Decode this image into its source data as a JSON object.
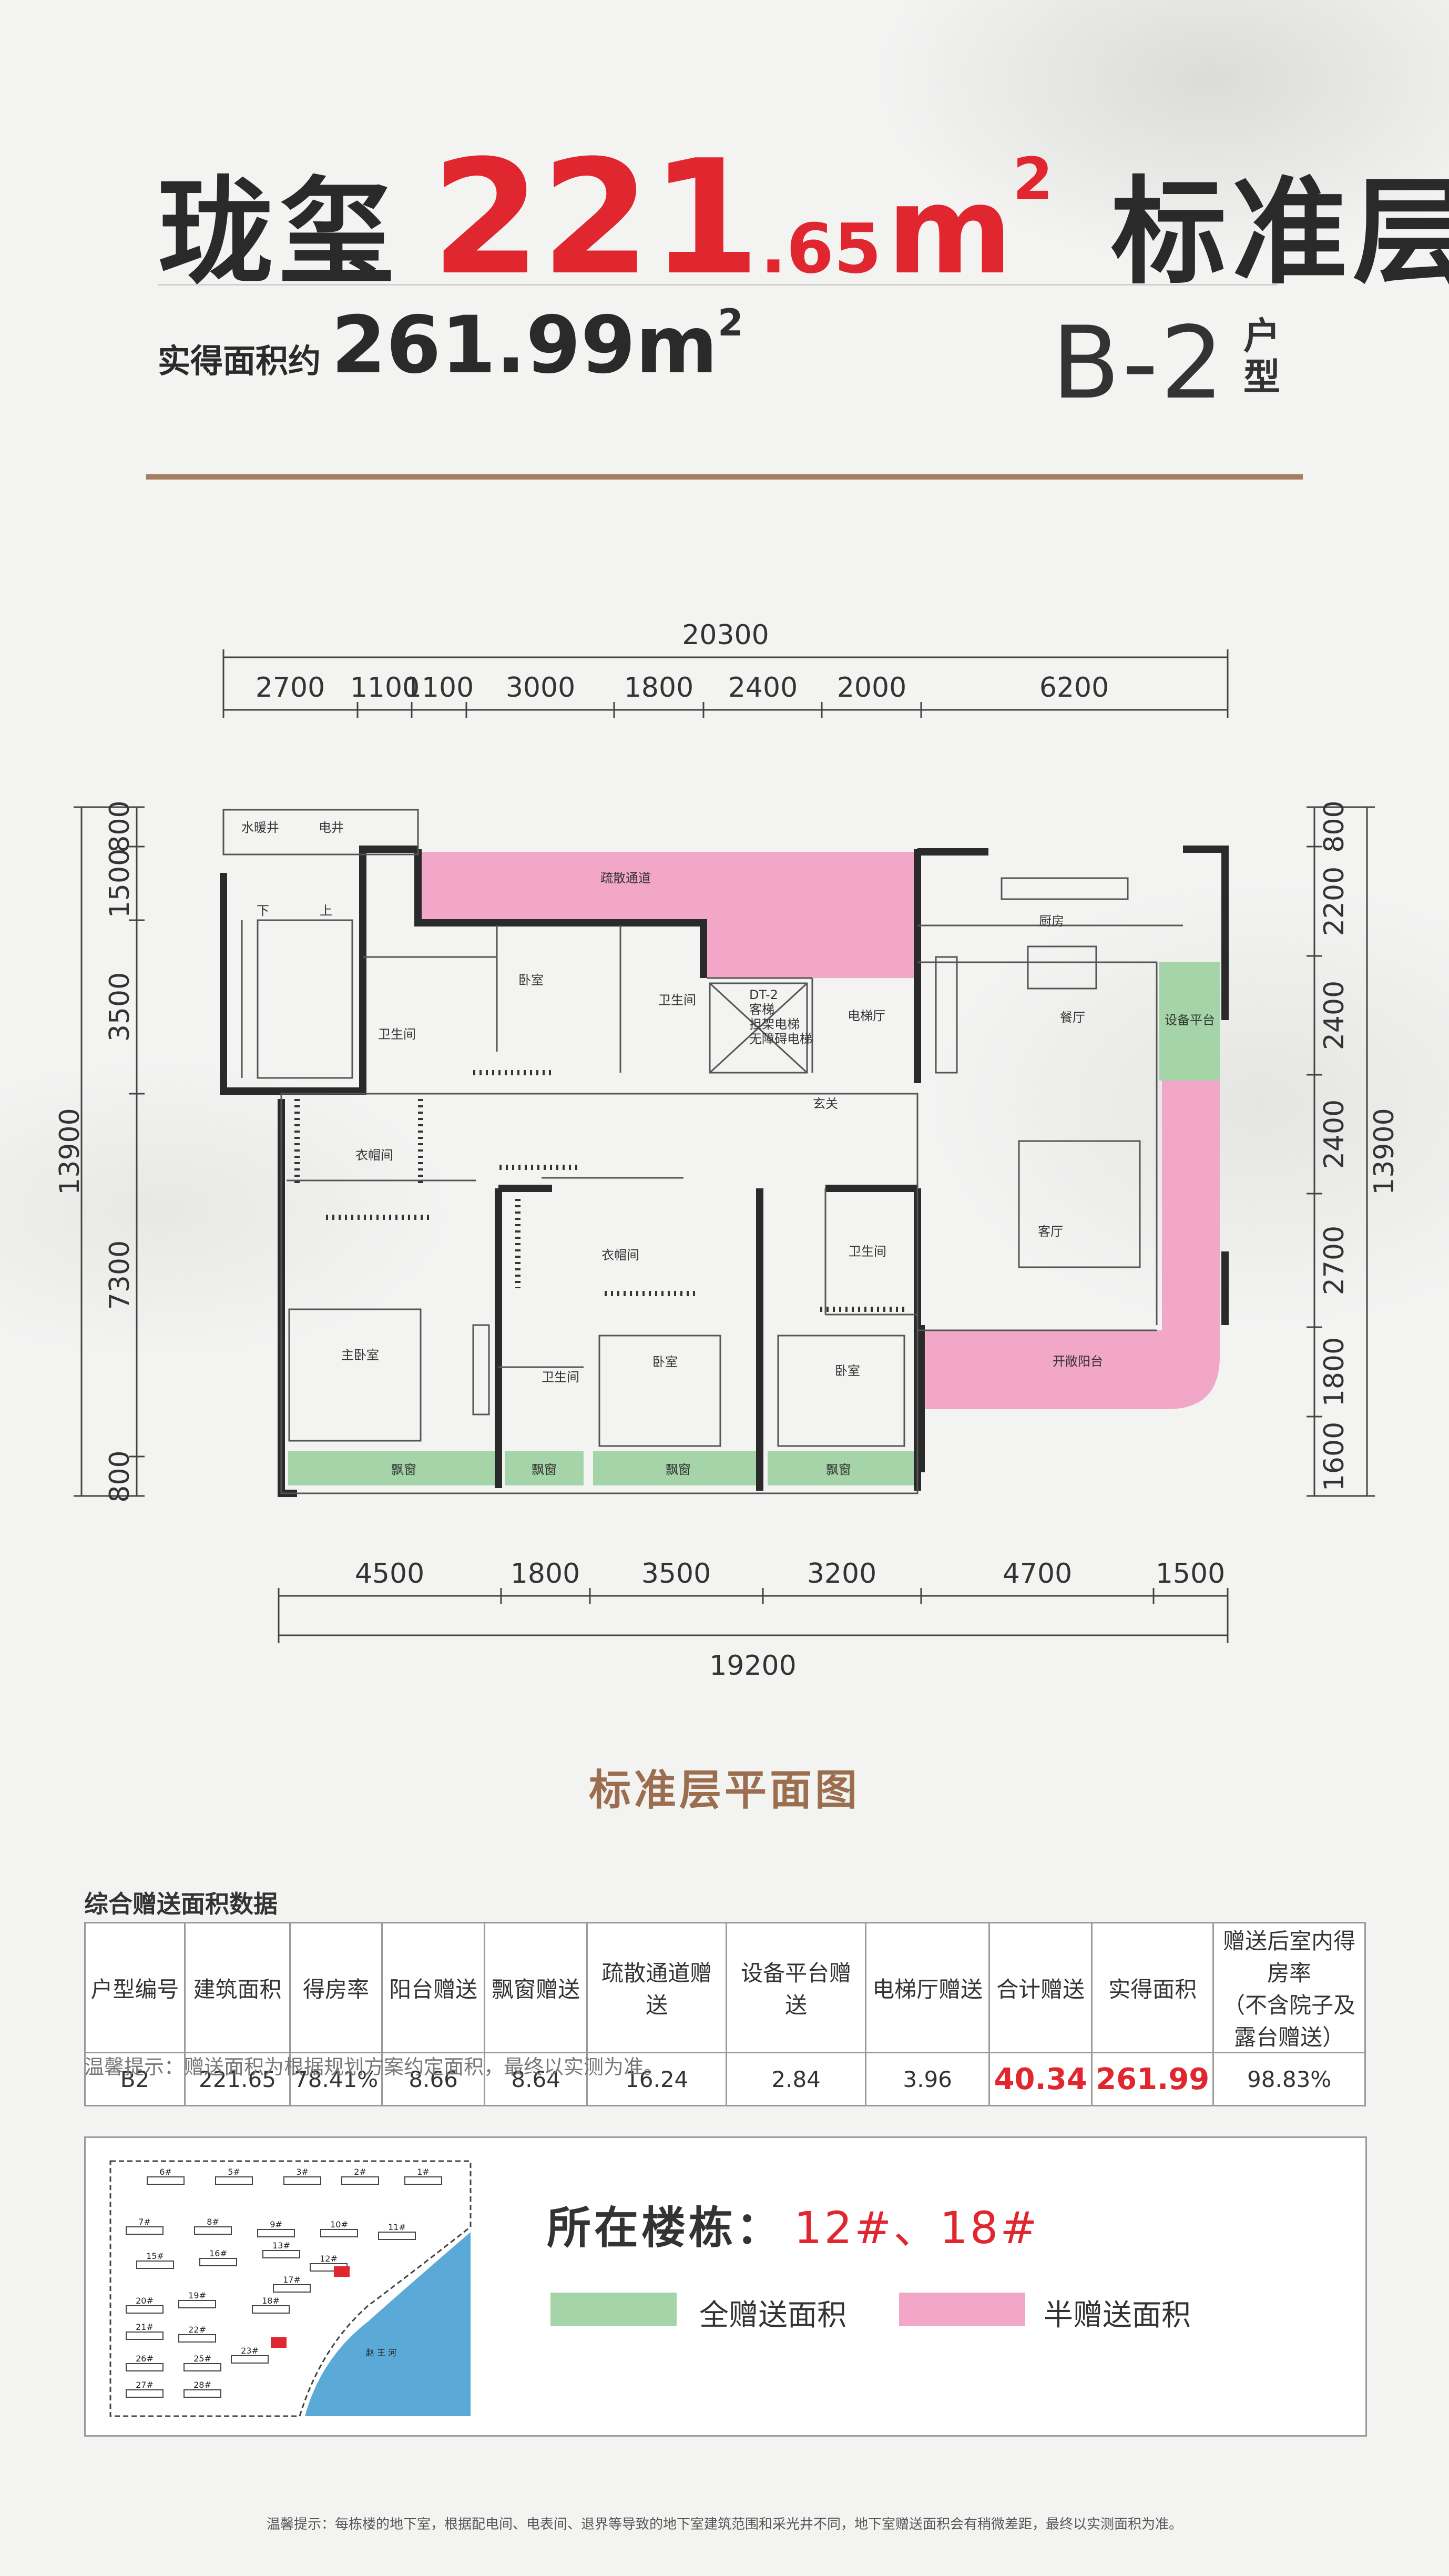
{
  "header": {
    "name": "珑玺",
    "area_int": "221",
    "area_dec": ".65",
    "area_unit": "m",
    "area_sup": "2",
    "level": "标准层",
    "actual_label": "实得面积约",
    "actual_value": "261.99m",
    "actual_sup": "2",
    "unit_code": "B-2",
    "unit_type": "户型"
  },
  "plan": {
    "top_total": "20300",
    "top_dims": [
      "2700",
      "1100",
      "1100",
      "3000",
      "1800",
      "2400",
      "2000",
      "6200"
    ],
    "left_total": "13900",
    "left_dims": [
      "800",
      "1500",
      "3500",
      "7300",
      "800"
    ],
    "right_total": "13900",
    "right_dims": [
      "800",
      "2200",
      "2400",
      "2400",
      "2700",
      "1800",
      "1600"
    ],
    "bottom_total": "19200",
    "bottom_dims": [
      "4500",
      "1800",
      "3500",
      "3200",
      "4700",
      "1500"
    ],
    "rooms": {
      "water_well": "水暖井",
      "elec_well": "电井",
      "evac": "疏散通道",
      "kitchen": "厨房",
      "dining": "餐厅",
      "equip": "设备平台",
      "bedroom_a": "卧室",
      "bath_a": "卫生间",
      "bath_b": "卫生间",
      "elevator_hall": "电梯厅",
      "elevator_1": "DT-2",
      "elevator_2": "客梯",
      "elevator_3": "担架电梯",
      "elevator_4": "无障碍电梯",
      "foyer": "玄关",
      "living": "客厅",
      "closet_a": "衣帽间",
      "closet_b": "衣帽间",
      "bath_c": "卫生间",
      "bath_d": "卫生间",
      "master": "主卧室",
      "bedroom_b": "卧室",
      "bedroom_c": "卧室",
      "bath_e": "卫生间",
      "balcony": "开敞阳台",
      "bay_1": "飘窗",
      "bay_2": "飘窗",
      "bay_3": "飘窗",
      "bay_4": "飘窗",
      "stair_down": "下",
      "stair_up": "上"
    },
    "caption": "标准层平面图"
  },
  "table": {
    "section_title": "综合赠送面积数据",
    "headers": [
      "户型编号",
      "建筑面积",
      "得房率",
      "阳台赠送",
      "飘窗赠送",
      "疏散通道赠送",
      "设备平台赠送",
      "电梯厅赠送",
      "合计赠送",
      "实得面积"
    ],
    "last_header_1": "赠送后室内得房率",
    "last_header_2": "（不含院子及露台赠送）",
    "row": [
      "B2",
      "221.65",
      "78.41%",
      "8.66",
      "8.64",
      "16.24",
      "2.84",
      "3.96",
      "40.34",
      "261.99",
      "98.83%"
    ],
    "tip": "温馨提示：赠送面积为根据规划方案约定面积，最终以实测为准。"
  },
  "site": {
    "building_label": "所在楼栋：",
    "buildings": "12#、18#",
    "legend_full": "全赠送面积",
    "legend_half": "半赠送面积",
    "river": "赵 王 河",
    "blocks": [
      "6#",
      "5#",
      "3#",
      "2#",
      "1#",
      "7#",
      "8#",
      "9#",
      "10#",
      "11#",
      "13#",
      "12#",
      "15#",
      "16#",
      "17#",
      "18#",
      "20#",
      "19#",
      "21#",
      "22#",
      "23#",
      "26#",
      "25#",
      "27#",
      "28#"
    ]
  },
  "footer": "温馨提示：每栋楼的地下室，根据配电间、电表间、退界等导致的地下室建筑范围和采光井不同，地下室赠送面积会有稍微差距，最终以实测面积为准。",
  "colors": {
    "accent_red": "#e0262e",
    "brown_rule": "#a37e60",
    "full_gift": "#a5d4a8",
    "half_gift": "#f2a6c8"
  }
}
